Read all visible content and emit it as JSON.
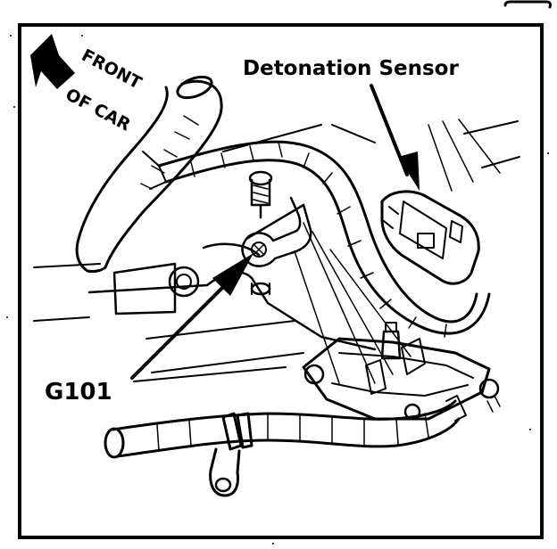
{
  "labels": {
    "front_line1": "FRONT",
    "front_line2": "OF CAR",
    "detonation_sensor": "Detonation Sensor",
    "ground": "G101"
  },
  "colors": {
    "ink": "#000000",
    "paper": "#ffffff"
  },
  "icons": {
    "front_arrow": "arrow-up-left-icon"
  }
}
